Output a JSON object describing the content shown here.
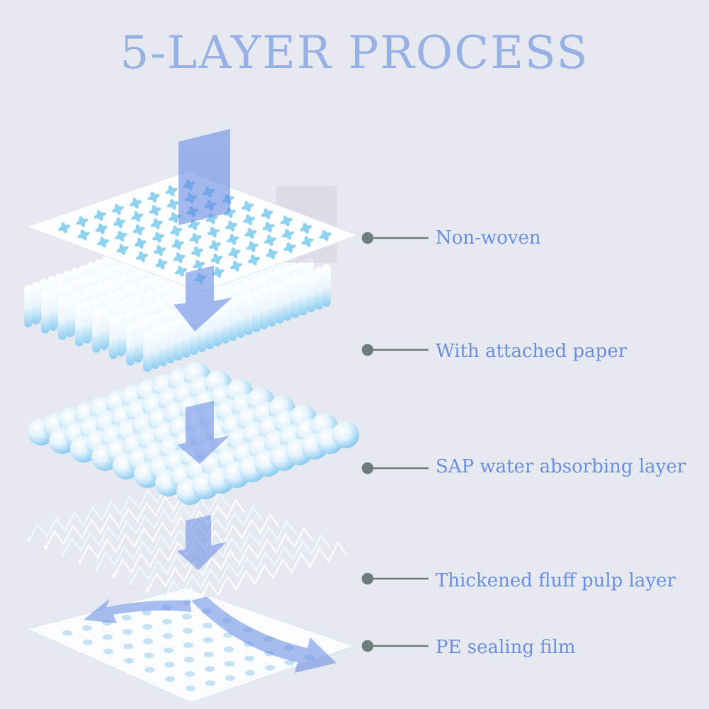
{
  "title": "5-LAYER PROCESS",
  "layers": [
    {
      "label": "Non-woven"
    },
    {
      "label": "With attached paper"
    },
    {
      "label": "SAP water absorbing layer"
    },
    {
      "label": "Thickened fluff pulp layer"
    },
    {
      "label": "PE sealing film"
    }
  ],
  "colors": {
    "title": "#97b1e4",
    "label": "#6b8fe0",
    "leader": "#6f7d7a",
    "arrow": "#6f8fe0",
    "cross": "#8fd2ef",
    "bump_light": "#ffffff",
    "bump_dark": "#7cc4ee"
  }
}
